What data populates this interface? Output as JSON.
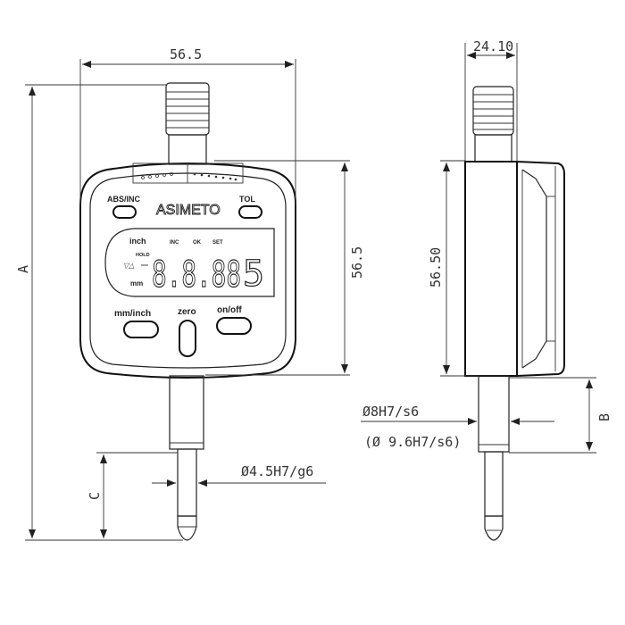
{
  "front_view": {
    "width_dim": "56.5",
    "height_dim": "56.5",
    "overall_dim": "A",
    "tip_dim": "C",
    "stem_fit": "Ø4.5H7/g6",
    "brand": "ASIMETO",
    "buttons": {
      "abs_inc": "ABS/INC",
      "tol": "TOL",
      "mm_inch": "mm/inch",
      "zero": "zero",
      "on_off": "on/off"
    },
    "display": {
      "unit_inch": "inch",
      "ind_inc": "INC",
      "ind_ok": "OK",
      "ind_set": "SET",
      "ind_hold": "HOLD",
      "unit_mm": "mm",
      "digits": "8.8.88",
      "suffix": "5"
    }
  },
  "side_view": {
    "depth_dim": "24.10",
    "height_dim": "56.50",
    "stem_dim": "B",
    "stem_fit": "Ø8H7/s6",
    "stem_fit_alt": "(Ø 9.6H7/s6)"
  }
}
